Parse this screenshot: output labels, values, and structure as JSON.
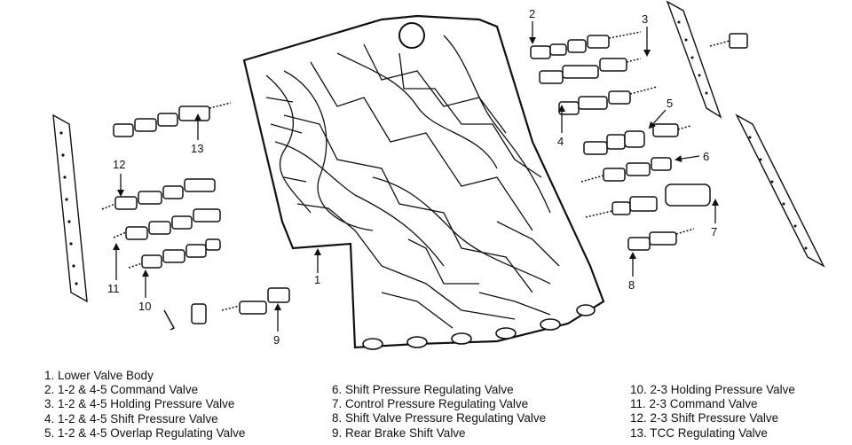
{
  "diagram": {
    "callouts": {
      "n1": "1",
      "n2": "2",
      "n3": "3",
      "n4": "4",
      "n5": "5",
      "n6": "6",
      "n7": "7",
      "n8": "8",
      "n9": "9",
      "n10": "10",
      "n11": "11",
      "n12": "12",
      "n13": "13"
    }
  },
  "legend": {
    "col1": [
      "1. Lower Valve Body",
      "2. 1-2 & 4-5 Command Valve",
      "3. 1-2 & 4-5 Holding Pressure Valve",
      "4. 1-2 & 4-5 Shift Pressure Valve",
      "5. 1-2 & 4-5 Overlap Regulating Valve"
    ],
    "col2": [
      "6. Shift Pressure Regulating Valve",
      "7. Control Pressure Regulating Valve",
      "8. Shift Valve Pressure Regulating Valve",
      "9. Rear Brake Shift Valve"
    ],
    "col3": [
      "10. 2-3 Holding Pressure Valve",
      "11. 2-3 Command Valve",
      "12. 2-3 Shift Pressure Valve",
      "13. TCC Regulating Valve"
    ]
  }
}
